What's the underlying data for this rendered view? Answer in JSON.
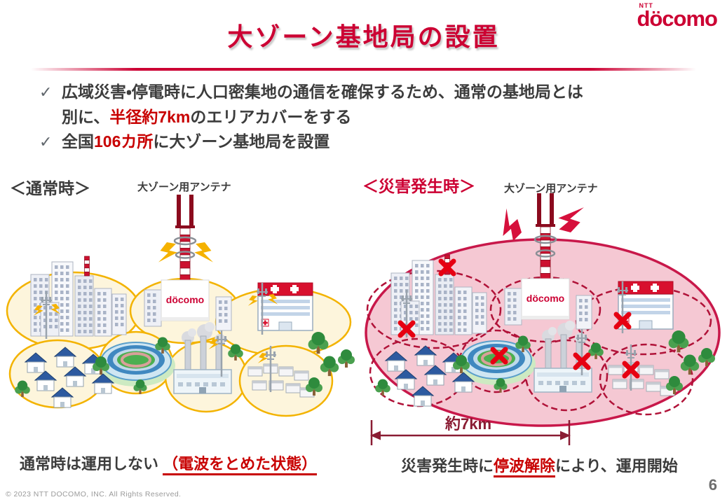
{
  "brand": {
    "ntt": "NTT",
    "name": "döcomo"
  },
  "header": {
    "title": "大ゾーン基地局の設置"
  },
  "bullets": {
    "check_icon": "✓",
    "b1_line1": "広域災害・停電時に人口密集地の通信を確保するため、通常の基地局とは",
    "b1_line2_pre": "別に、",
    "b1_line2_red": "半径約7km",
    "b1_line2_post": "のエリアカバーをする",
    "b2_pre": "全国",
    "b2_red": "106カ所",
    "b2_post": "に大ゾーン基地局を設置"
  },
  "panels": {
    "normal": {
      "label": "＜通常時＞",
      "antenna_label": "大ゾーン用アンテナ",
      "caption_pre": "通常時は運用しない",
      "caption_red": "（電波をとめた状態）"
    },
    "disaster": {
      "label": "＜災害発生時＞",
      "antenna_label": "大ゾーン用アンテナ",
      "caption_pre": "災害発生時に",
      "caption_red": "停波解除",
      "caption_post": "により、運用開始",
      "distance_label": "約7km"
    }
  },
  "scene": {
    "docomo_box": "döcomo"
  },
  "footer": {
    "copyright": "© 2023 NTT DOCOMO, INC. All Rights Reserved.",
    "page": "6"
  },
  "colors": {
    "brand_red": "#cc0033",
    "emphasis_red": "#c80000",
    "dark_text": "#3c3c3c",
    "zone_yellow": "#f3b300",
    "zone_fill": "#fdf5dc",
    "coverage_pink": "#f5c8d3",
    "coverage_stroke": "#c8184a",
    "dashed_red": "#b01238",
    "x_red": "#e60012"
  }
}
